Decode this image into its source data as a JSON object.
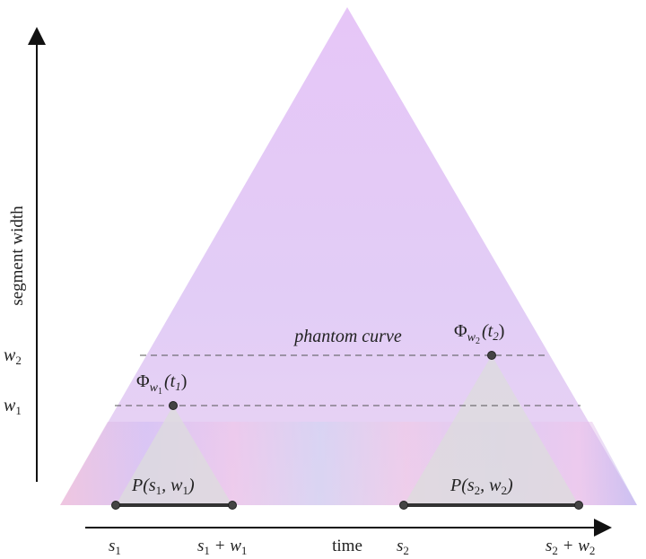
{
  "axes": {
    "y_label": "segment width",
    "x_label": "time"
  },
  "y_ticks": [
    {
      "base": "w",
      "sub": "2"
    },
    {
      "base": "w",
      "sub": "1"
    }
  ],
  "x_ticks": [
    {
      "base": "s",
      "sub": "1",
      "suffix": ""
    },
    {
      "base": "s",
      "sub": "1",
      "suffix": " + w",
      "suffix_sub": "1"
    },
    {
      "base": "s",
      "sub": "2",
      "suffix": ""
    },
    {
      "base": "s",
      "sub": "2",
      "suffix": " + w",
      "suffix_sub": "2"
    }
  ],
  "annotations": {
    "phantom_curve": "phantom curve",
    "phi1": {
      "symbol": "Φ",
      "sub": "w",
      "subsub": "1",
      "arg": "(t",
      "arg_sub": "1",
      "close": ")"
    },
    "phi2": {
      "symbol": "Φ",
      "sub": "w",
      "subsub": "2",
      "arg": "(t",
      "arg_sub": "2",
      "close": ")"
    },
    "p1": {
      "text": "P(s",
      "sub1": "1",
      "mid": ", w",
      "sub2": "1",
      "close": ")"
    },
    "p2": {
      "text": "P(s",
      "sub1": "2",
      "mid": ", w",
      "sub2": "2",
      "close": ")"
    }
  },
  "colors": {
    "triangle_fill": "#e8c8f6",
    "sub_triangle_fill": "#dcdcdc",
    "axis": "#111111",
    "segment": "#333333",
    "dashed": "#555555"
  }
}
